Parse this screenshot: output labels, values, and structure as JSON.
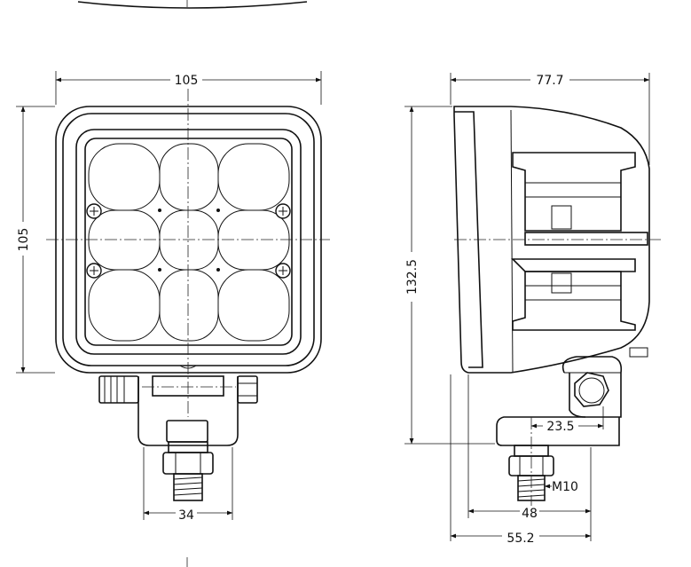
{
  "dimensions": {
    "front_width": "105",
    "front_height": "105",
    "bracket_width": "34",
    "side_depth": "77.7",
    "overall_height": "132.5",
    "mount_offset": "23.5",
    "thread": "M10",
    "base_inner": "48",
    "base_outer": "55.2"
  },
  "colors": {
    "line": "#111111",
    "background": "#ffffff"
  }
}
